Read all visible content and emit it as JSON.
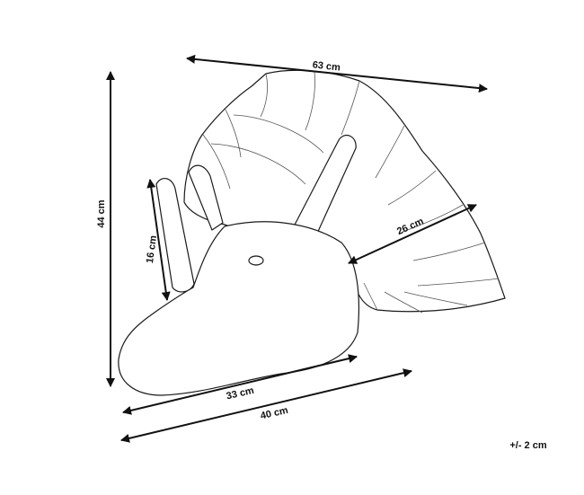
{
  "dimensions": {
    "width_top": "63 cm",
    "height": "44 cm",
    "horn_length": "16 cm",
    "frill_depth": "26 cm",
    "head_length": "33 cm",
    "overall_length": "40 cm"
  },
  "tolerance": "+/- 2 cm",
  "colors": {
    "line": "#111111",
    "background": "#ffffff"
  }
}
